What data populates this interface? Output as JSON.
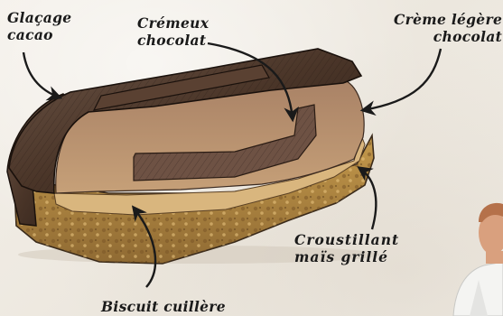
{
  "labels": {
    "glacage": {
      "line1": "Glaçage",
      "line2": "cacao"
    },
    "cremeux": {
      "line1": "Crémeux",
      "line2": "chocolat"
    },
    "creme": {
      "line1": "Crème légère",
      "line2": "chocolat"
    },
    "croustillant": {
      "line1": "Croustillant",
      "line2": "maïs grillé"
    },
    "biscuit": {
      "line1": "Biscuit cuillère"
    }
  },
  "colors": {
    "background": "#f2eee6",
    "glaze": "#4a3528",
    "mousse": "#a98160",
    "cremeux": "#6e5244",
    "biscuit": "#d8b27c",
    "crust": "#b4893f",
    "ink": "#1a1a1a"
  }
}
